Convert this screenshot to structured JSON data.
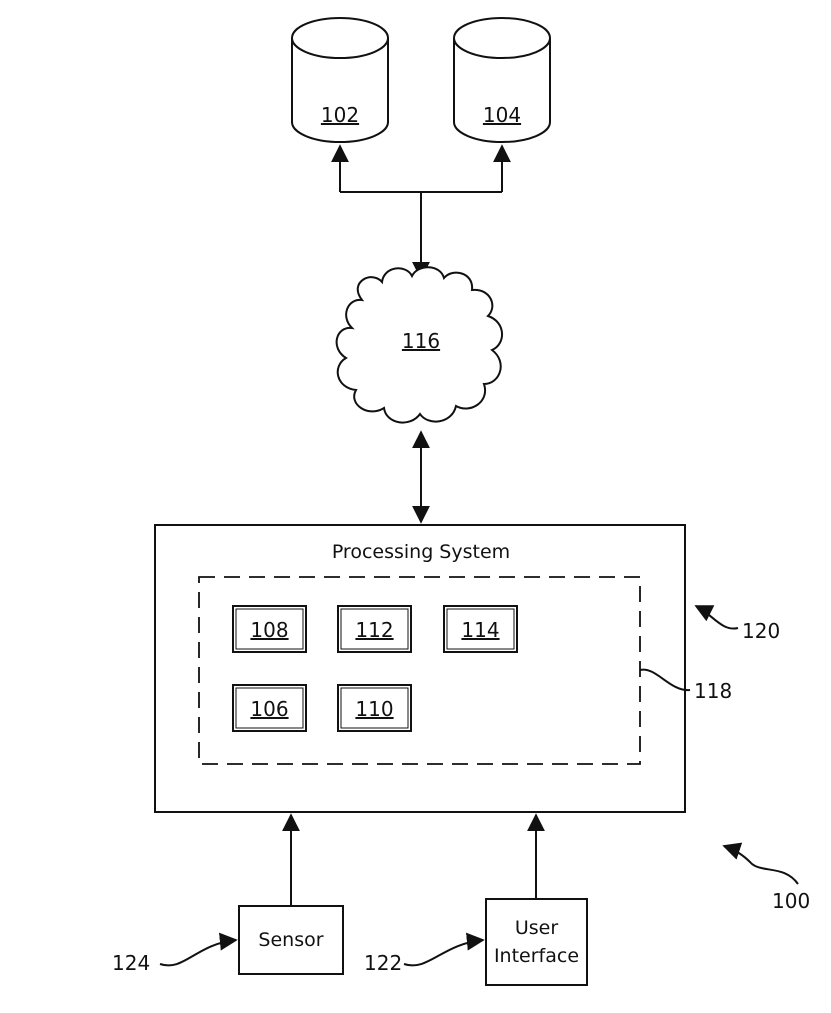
{
  "databases": [
    {
      "id": "db-102",
      "label": "102"
    },
    {
      "id": "db-104",
      "label": "104"
    }
  ],
  "network": {
    "label": "116"
  },
  "processing_system": {
    "title": "Processing System",
    "ref": "120",
    "inner_ref": "118",
    "modules": [
      "108",
      "112",
      "114",
      "106",
      "110"
    ]
  },
  "sensor": {
    "label": "Sensor",
    "ref": "124"
  },
  "user_interface": {
    "line1": "User",
    "line2": "Interface",
    "ref": "122"
  },
  "system_ref": "100"
}
